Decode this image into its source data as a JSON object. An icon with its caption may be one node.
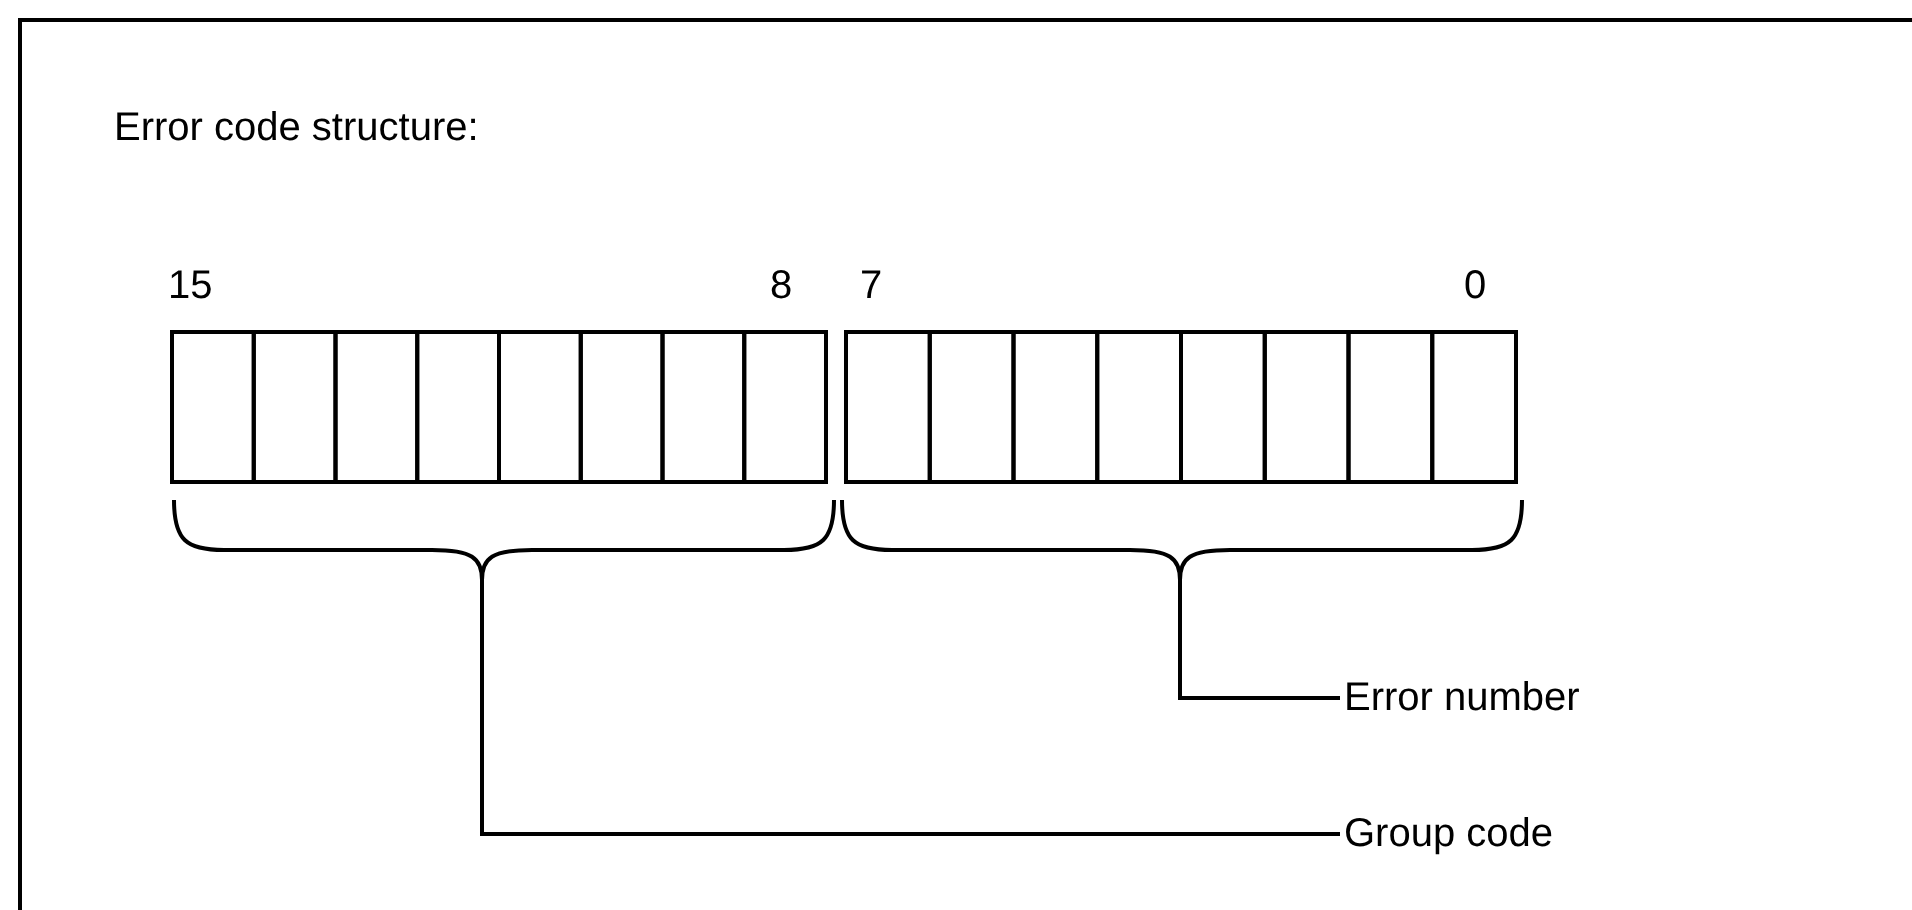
{
  "diagram": {
    "title": "Error code structure:",
    "nodes": [
      {
        "text": [
          "Error number"
        ]
      },
      {
        "text": [
          "Group code"
        ]
      },
      {
        "text": [],
        "shape": "box"
      },
      {
        "text": [],
        "shape": "box"
      }
    ],
    "edges": [
      {
        "from": 0,
        "to": 3,
        "arrow": "none"
      },
      {
        "from": 1,
        "to": 2,
        "arrow": "none"
      }
    ],
    "labels": [
      "15",
      "8",
      "7",
      "0"
    ]
  }
}
